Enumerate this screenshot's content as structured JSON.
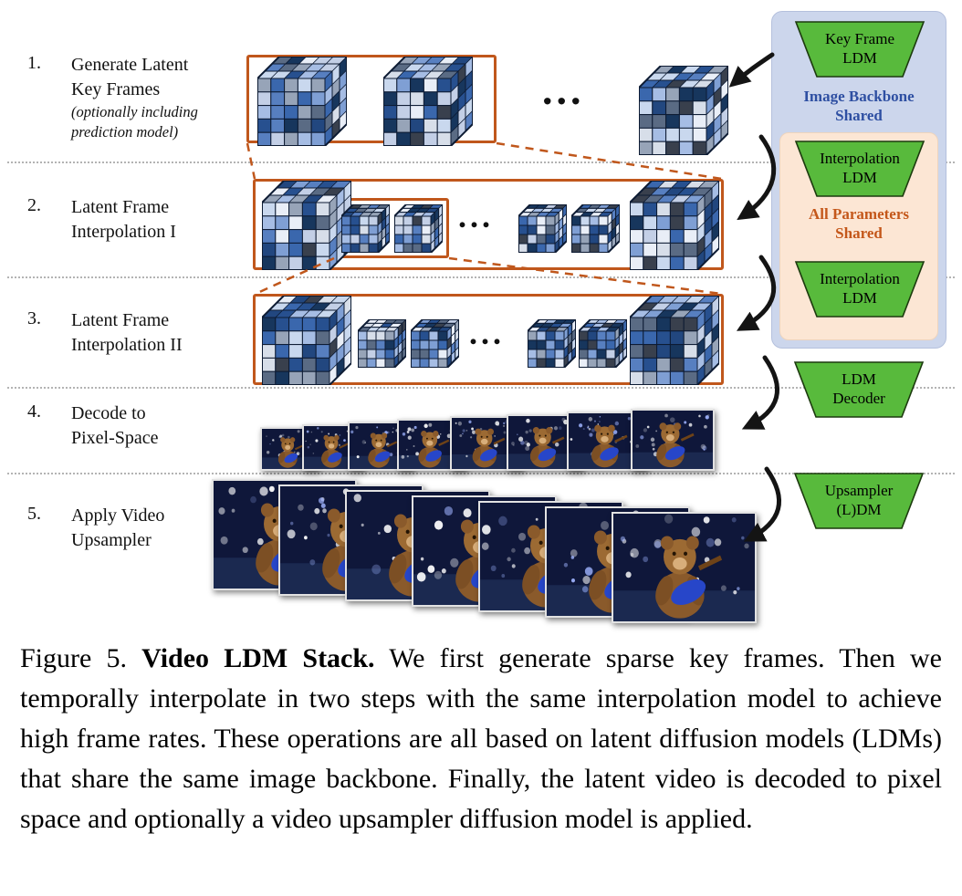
{
  "figure": {
    "steps": [
      {
        "num": "1.",
        "line1": "Generate Latent",
        "line2": "Key Frames",
        "note1": "(optionally including",
        "note2": "prediction model)"
      },
      {
        "num": "2.",
        "line1": "Latent Frame",
        "line2": "Interpolation I"
      },
      {
        "num": "3.",
        "line1": "Latent Frame",
        "line2": "Interpolation II"
      },
      {
        "num": "4.",
        "line1": "Decode to",
        "line2": "Pixel-Space"
      },
      {
        "num": "5.",
        "line1": "Apply Video",
        "line2": "Upsampler"
      }
    ],
    "ellipsis": "...",
    "panel": {
      "key_frame_ldm": {
        "line1": "Key Frame",
        "line2": "LDM"
      },
      "image_backbone": {
        "line1": "Image Backbone",
        "line2": "Shared"
      },
      "interpolation_ldm_a": {
        "line1": "Interpolation",
        "line2": "LDM"
      },
      "all_parameters": {
        "line1": "All Parameters",
        "line2": "Shared"
      },
      "interpolation_ldm_b": {
        "line1": "Interpolation",
        "line2": "LDM"
      },
      "ldm_decoder": {
        "line1": "LDM",
        "line2": "Decoder"
      },
      "upsampler": {
        "line1": "Upsampler",
        "line2": "(L)DM"
      }
    },
    "colors": {
      "ldm_green": "#58ba3c",
      "latent_box_orange": "#c0571c",
      "backbone_panel_blue_bg": "#ccd6ec",
      "backbone_label_blue": "#2e4fa2",
      "parameters_panel_orange_bg": "#fce6d4",
      "parameters_label_orange": "#c4571a"
    }
  },
  "caption": {
    "figure_label": "Figure 5. ",
    "title": "Video LDM Stack.",
    "body": " We first generate sparse key frames. Then we temporally interpolate in two steps with the same interpolation model to achieve high frame rates. These operations are all based on latent diffusion models (LDMs) that share the same image backbone. Finally, the latent video is decoded to pixel space and optionally a video upsampler diffusion model is applied."
  }
}
